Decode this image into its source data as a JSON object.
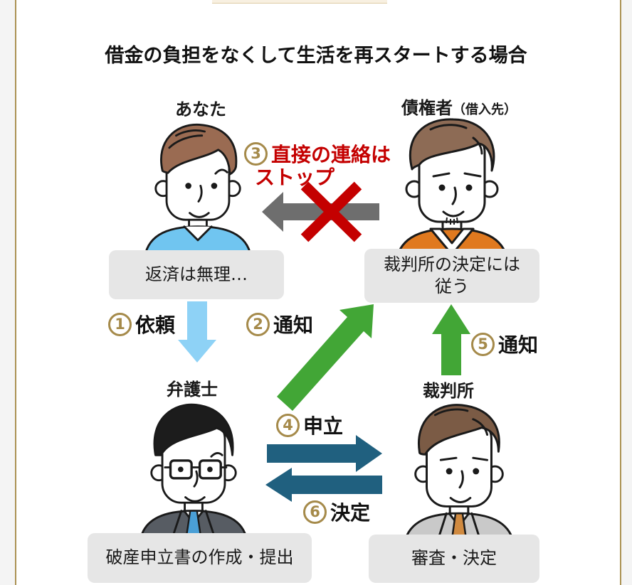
{
  "title": "借金の負担をなくして生活を再スタートする場合",
  "actors": {
    "you": {
      "label": "あなた",
      "speech": "返済は無理…"
    },
    "creditor": {
      "label": "債権者",
      "label_sub": "（借入先）",
      "speech": "裁判所の決定には\n従う"
    },
    "lawyer": {
      "label": "弁護士",
      "speech": "破産申立書の作成・提出"
    },
    "court": {
      "label": "裁判所",
      "speech": "審査・決定"
    }
  },
  "steps": {
    "s1": {
      "num": "1",
      "label": "依頼"
    },
    "s2": {
      "num": "2",
      "label": "通知"
    },
    "s3": {
      "num": "3",
      "label": "直接の連絡は",
      "label2": "ストップ"
    },
    "s4": {
      "num": "4",
      "label": "申立"
    },
    "s5": {
      "num": "5",
      "label": "通知"
    },
    "s6": {
      "num": "6",
      "label": "決定"
    }
  },
  "colors": {
    "accent_gold": "#a58a4a",
    "alert_red": "#c40000",
    "green_arrow": "#42a636",
    "blue_arrow": "#8ed2f6",
    "teal_arrow": "#20607f",
    "gray_arrow": "#6e6e6e",
    "box_bg": "#e6e6e6",
    "frame_border": "#ab9254",
    "page_bg": "#f4f4f4"
  }
}
